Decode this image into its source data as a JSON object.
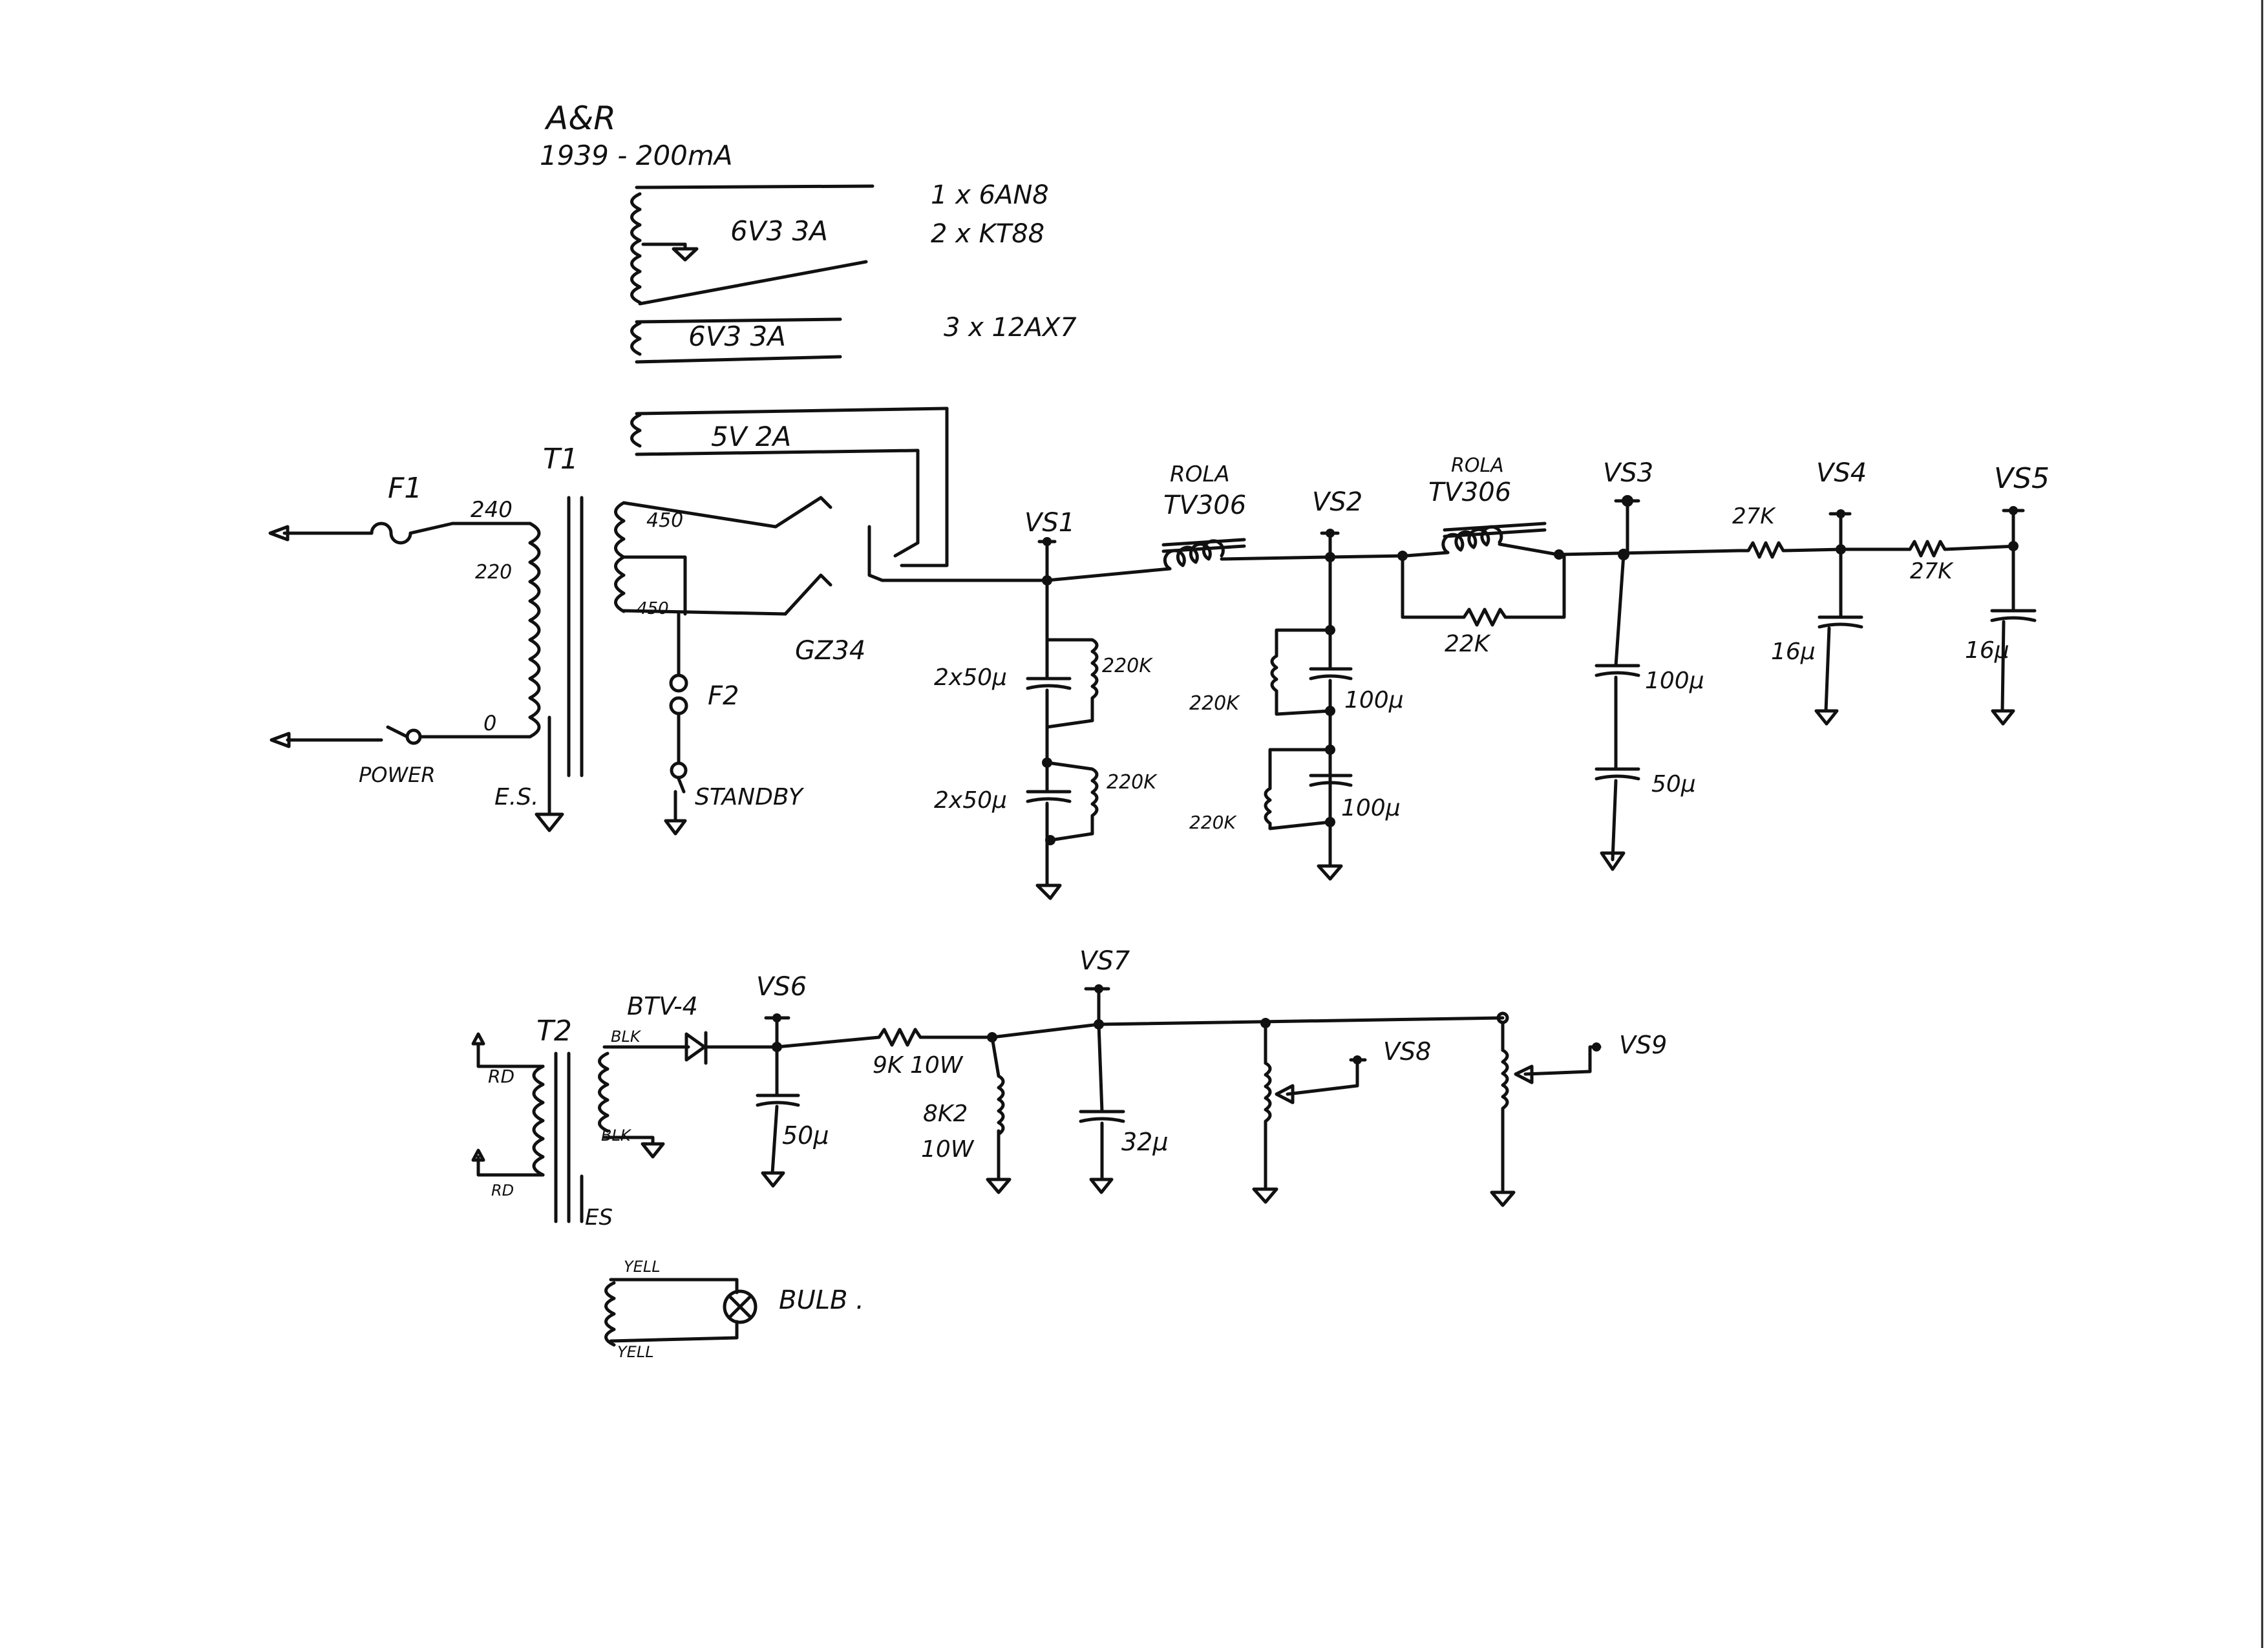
{
  "header": {
    "title": "A&R",
    "subtitle": "1939 - 200mA"
  },
  "tubes": {
    "line1": "1 x 6AN8",
    "line2": "2 x KT88",
    "line3": "3 x 12AX7"
  },
  "windings": {
    "heater1": "6V3  3A",
    "heater2": "6V3  3A",
    "rect": "5V 2A",
    "ht_top": "450",
    "ht_bottom": "450"
  },
  "primary": {
    "fuse": "F1",
    "transformer": "T1",
    "tap240": "240",
    "tap220": "220",
    "tap0": "0",
    "switch": "POWER",
    "shield": "E.S."
  },
  "ht": {
    "fuse2": "F2",
    "standby": "STANDBY",
    "rectifier": "GZ34"
  },
  "filter": {
    "vs1": "VS1",
    "choke1_a": "ROLA",
    "choke1_b": "TV306",
    "vs2": "VS2",
    "choke2_a": "ROLA",
    "choke2_b": "TV306",
    "res22k": "22K",
    "vs3": "VS3",
    "vs4": "VS4",
    "vs5": "VS5",
    "r27k_a": "27K",
    "r27k_b": "27K",
    "c1_top": "2x50µ",
    "c1_bot": "2x50µ",
    "r220_a": "220K",
    "r220_b": "220K",
    "r220_c": "220K",
    "r220_d": "220K",
    "c100_a": "100µ",
    "c100_b": "100µ",
    "c100_c": "100µ",
    "c50": "50µ",
    "c16_a": "16µ",
    "c16_b": "16µ"
  },
  "bias": {
    "transformer": "T2",
    "diode": "BTV-4",
    "blk_top": "BLK",
    "blk_bot": "BLK",
    "rd_top": "RD",
    "rd_bot": "RD",
    "shield": "ES",
    "vs6": "VS6",
    "r9k": "9K 10W",
    "vs7": "VS7",
    "r8k2_a": "8K2",
    "r8k2_b": "10W",
    "c50": "50µ",
    "c32": "32µ",
    "vs8": "VS8",
    "vs9": "VS9"
  },
  "lamp": {
    "yell_top": "YELL",
    "yell_bot": "YELL",
    "label": "BULB ."
  }
}
